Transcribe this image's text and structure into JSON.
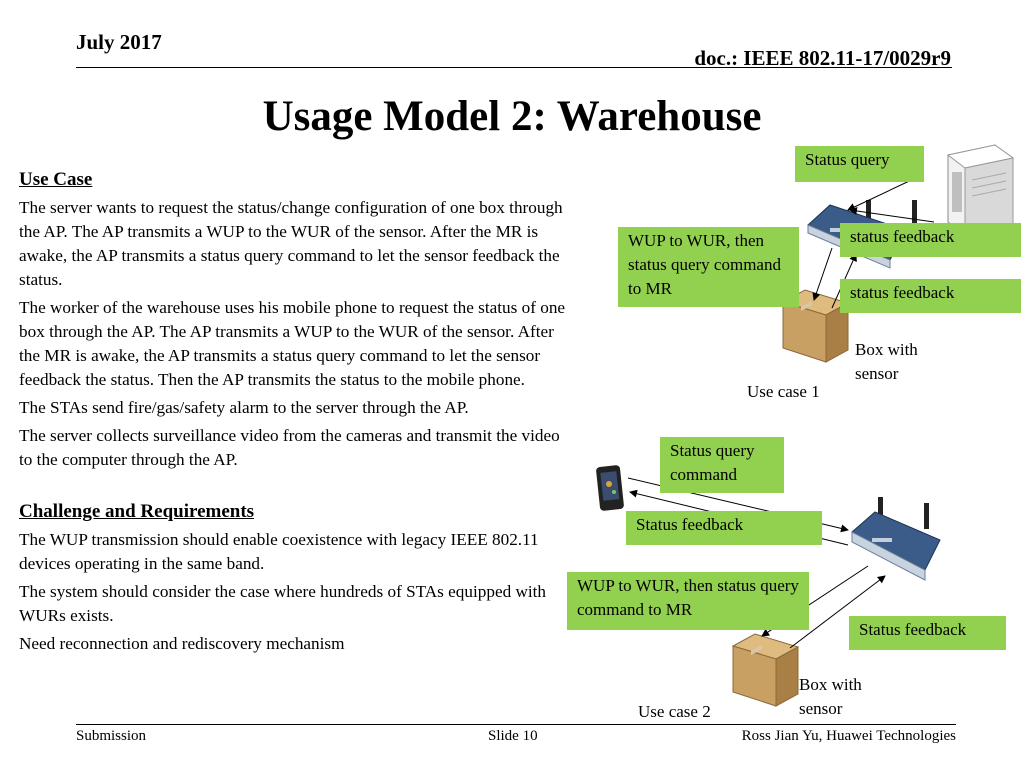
{
  "header": {
    "date": "July 2017",
    "doc_id": "doc.: IEEE 802.11-17/0029r9"
  },
  "title": "Usage Model 2: Warehouse",
  "use_case": {
    "heading": "Use Case",
    "paragraphs": [
      "The server wants to request the status/change configuration of one box through the AP. The AP transmits a WUP to the WUR of the sensor. After the MR is awake, the AP transmits a status query command to let the sensor feedback the status.",
      "The worker of the warehouse uses his mobile phone to request the status of one box through the AP. The AP transmits a WUP to the WUR of the sensor. After the MR is awake, the AP transmits a status query command to let the sensor feedback the status. Then the AP transmits the status to the mobile phone.",
      "The  STAs send fire/gas/safety alarm  to the server through the AP.",
      "The server collects surveillance video from the cameras and transmit the video to the computer through the AP."
    ]
  },
  "challenge": {
    "heading": "Challenge and Requirements",
    "paragraphs": [
      "The WUP transmission should enable coexistence with legacy IEEE 802.11 devices operating in the same band.",
      "The system should consider the case where hundreds of STAs equipped with WURs exists.",
      "Need reconnection and rediscovery mechanism"
    ]
  },
  "diagram1": {
    "status_query": "Status query",
    "wup_to_wur": "WUP to WUR, then status query command to MR",
    "status_feedback_top": "status feedback",
    "status_feedback_bottom": "status feedback",
    "box_label": "Box with sensor",
    "caption": "Use case 1"
  },
  "diagram2": {
    "status_query": "Status query command",
    "status_feedback_left": "Status feedback",
    "wup_to_wur": "WUP to WUR, then status query command to MR",
    "status_feedback_right": "Status feedback",
    "box_label": "Box with sensor",
    "caption": "Use case 2"
  },
  "footer": {
    "left": "Submission",
    "center": "Slide 10",
    "right": "Ross Jian Yu, Huawei Technologies"
  },
  "colors": {
    "green_box": "#92d050",
    "box_brown": "#c8a064"
  },
  "icons": [
    "server-icon",
    "access-point-icon",
    "box-icon",
    "mobile-phone-icon"
  ]
}
